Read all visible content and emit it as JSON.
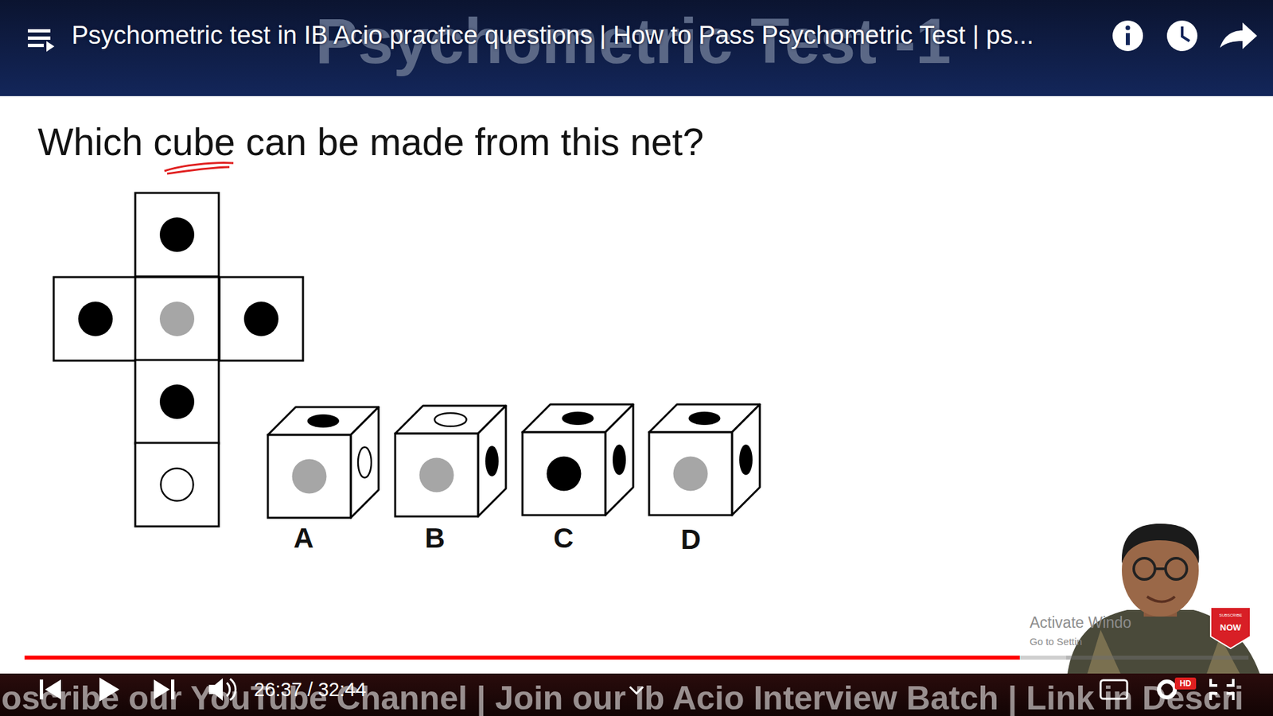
{
  "diagram": {
    "title": "Which cube can be made from this net?",
    "labels": [
      "Psychometric Test -1",
      "Psychometric test in IB Acio practice questions | How to Pass Psychometric Test | ps...",
      "A",
      "B",
      "C",
      "D",
      "Activate Windo",
      "Go to Settin",
      "SUBSCRIBE",
      "NOW",
      "26:37 / 32:44",
      "oscribe our YouTube Channel | Join our Ib Acio Interview Batch | Link in Descri",
      "HD"
    ]
  }
}
